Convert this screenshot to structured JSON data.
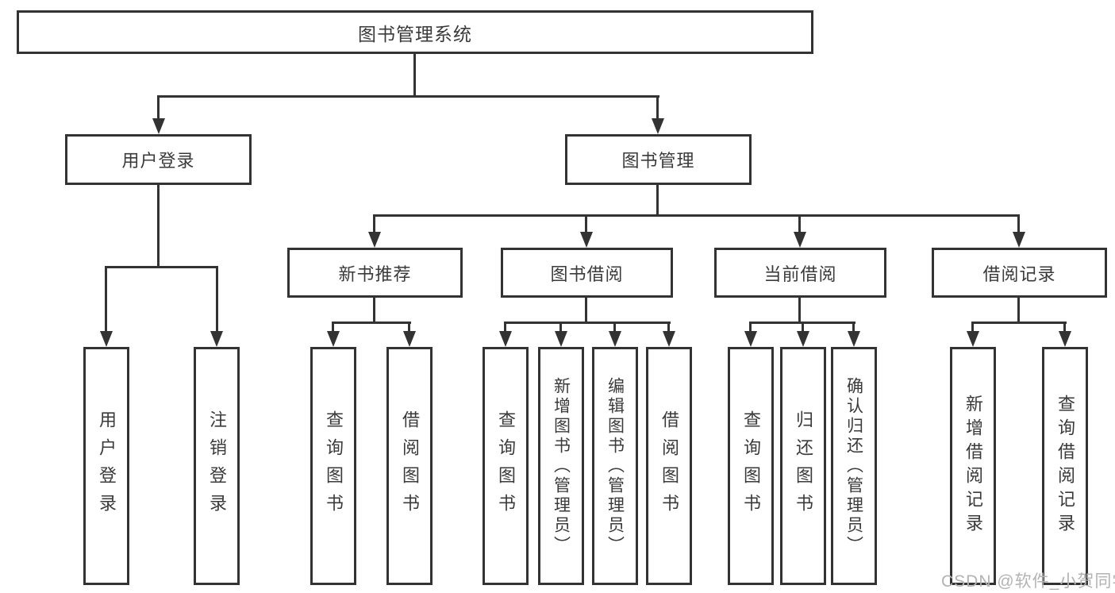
{
  "tree": {
    "root": "图书管理系统",
    "level1": [
      "用户登录",
      "图书管理"
    ],
    "level2": [
      "新书推荐",
      "图书借阅",
      "当前借阅",
      "借阅记录"
    ],
    "leaves": {
      "user_login": [
        "用户登录",
        "注销登录"
      ],
      "new_book_recommend": [
        "查询图书",
        "借阅图书"
      ],
      "book_borrow": [
        "查询图书",
        "新增图书（管理员）",
        "编辑图书（管理员）",
        "借阅图书"
      ],
      "current_borrow": [
        "查询图书",
        "归还图书",
        "确认归还（管理员）"
      ],
      "borrow_record": [
        "新增借阅记录",
        "查询借阅记录"
      ]
    }
  },
  "watermark": "CSDN @软件_小贺同学",
  "colors": {
    "line": "#333333",
    "text": "#3a3a3a",
    "watermark": "#b3b3b3",
    "background": "#ffffff"
  }
}
